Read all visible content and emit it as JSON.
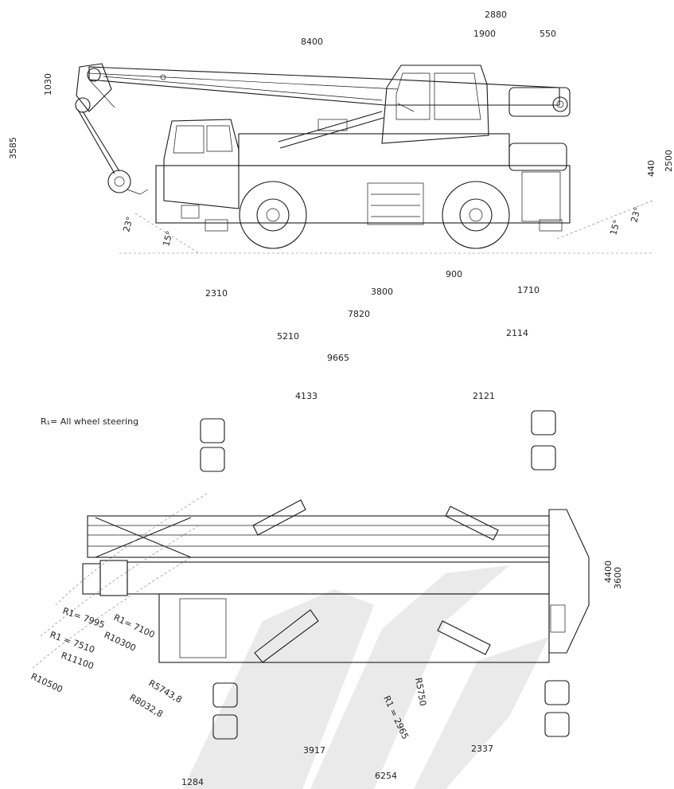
{
  "side_view": {
    "dims": {
      "d2880": "2880",
      "d1900": "1900",
      "d550": "550",
      "d8400": "8400",
      "d1030": "1030",
      "d3585": "3585",
      "d440": "440",
      "d2500": "2500",
      "angle_front_a": "23°",
      "angle_front_b": "15°",
      "angle_rear_a": "23°",
      "angle_rear_b": "15°",
      "d900": "900",
      "d2310": "2310",
      "d3800": "3800",
      "d1710": "1710",
      "d7820": "7820",
      "d5210": "5210",
      "d2114": "2114",
      "d9665": "9665"
    }
  },
  "top_view": {
    "steering_note": "R₁= All wheel steering",
    "dims": {
      "d4133": "4133",
      "d2121": "2121",
      "d4400": "4400",
      "d3600": "3600",
      "r1_7100": "R1= 7100",
      "r1_7995": "R1= 7995",
      "r10300": "R10300",
      "r1_7510": "R1 = 7510",
      "r11100": "R11100",
      "r10500": "R10500",
      "r5743": "R5743,8",
      "r8032": "R8032,8",
      "r5750": "R5750",
      "r1_2965": "R1 = 2965",
      "d3917": "3917",
      "d2337": "2337",
      "d6254": "6254",
      "d1284": "1284"
    }
  },
  "colors": {
    "line": "#1a1a1a",
    "watermark": "#d9d9d9"
  }
}
